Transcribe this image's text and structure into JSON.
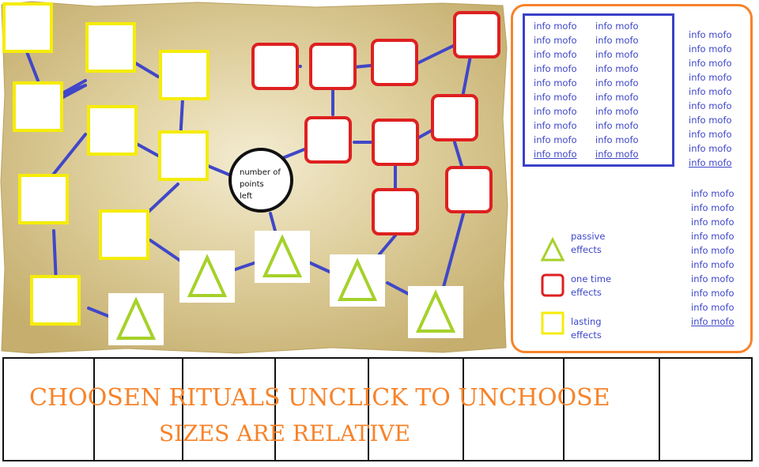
{
  "map": {
    "center_label_lines": [
      "number of",
      "points",
      "left"
    ],
    "colors": {
      "lasting": "#f5ec08",
      "one_time": "#de2020",
      "passive": "#a6d12a",
      "link": "#4047c8",
      "parchment": "#d9c78d",
      "center_ring": "#111111"
    }
  },
  "info_panel": {
    "boxed_column_1": [
      "info mofo",
      "info mofo",
      "info mofo",
      "info mofo",
      "info mofo",
      "info mofo",
      "info mofo",
      "info mofo",
      "info mofo",
      "info mofo"
    ],
    "boxed_column_2": [
      "info mofo",
      "info mofo",
      "info mofo",
      "info mofo",
      "info mofo",
      "info mofo",
      "info mofo",
      "info mofo",
      "info mofo",
      "info mofo"
    ],
    "right_column_top": [
      "info mofo",
      "info mofo",
      "info mofo",
      "info mofo",
      "info mofo",
      "info mofo",
      "info mofo",
      "info mofo",
      "info mofo",
      "info mofo"
    ],
    "right_column_bottom": [
      "info mofo",
      "info mofo",
      "info mofo",
      "info mofo",
      "info mofo",
      "info mofo",
      "info mofo",
      "info mofo",
      "info mofo",
      "info mofo"
    ],
    "legend": {
      "passive": "passive\neffects",
      "one_time": "one time\neffects",
      "lasting": "lasting\neffects"
    },
    "accent": "#f7832a",
    "text_color": "#3d45c8"
  },
  "chosen_bar": {
    "title": "CHOOSEN RITUALS  UNCLICK TO UNCHOOSE",
    "subtitle": "SIZES ARE RELATIVE",
    "slot_count": 8
  }
}
